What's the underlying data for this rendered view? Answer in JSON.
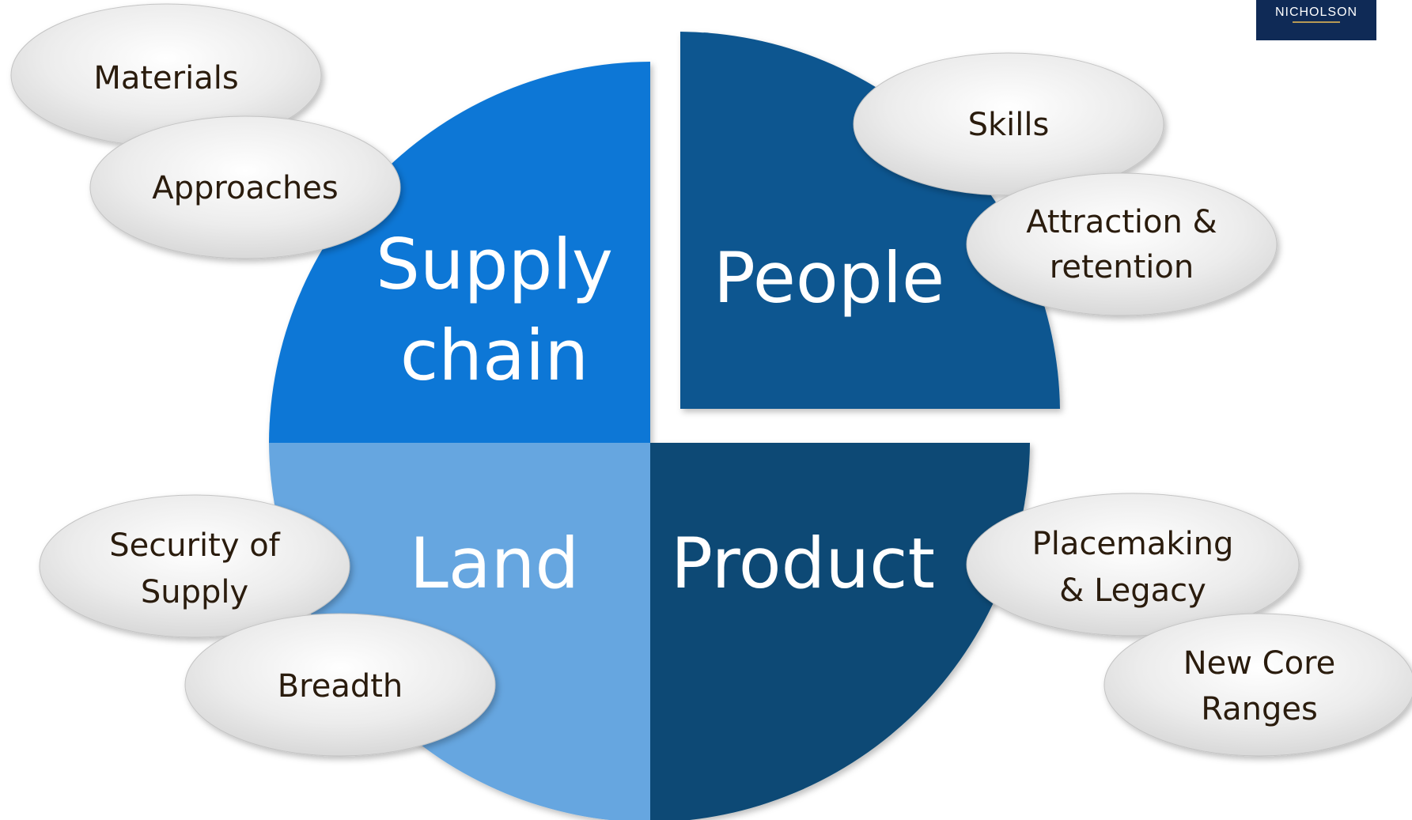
{
  "logo": {
    "text": "NICHOLSON",
    "color": "#0f2a56"
  },
  "quadrants": [
    {
      "id": "supply-chain",
      "lines": [
        "Supply",
        "chain"
      ],
      "color": "#0a77d6"
    },
    {
      "id": "people",
      "lines": [
        "People"
      ],
      "color": "#0c5690"
    },
    {
      "id": "land",
      "lines": [
        "Land"
      ],
      "color": "#66a6e0"
    },
    {
      "id": "product",
      "lines": [
        "Product"
      ],
      "color": "#0a4a74"
    }
  ],
  "bubbles": [
    {
      "id": "materials",
      "lines": [
        "Materials"
      ]
    },
    {
      "id": "approaches",
      "lines": [
        "Approaches"
      ]
    },
    {
      "id": "skills",
      "lines": [
        "Skills"
      ]
    },
    {
      "id": "attraction-retention",
      "lines": [
        "Attraction &",
        "retention"
      ]
    },
    {
      "id": "security-of-supply",
      "lines": [
        "Security of",
        "Supply"
      ]
    },
    {
      "id": "breadth",
      "lines": [
        "Breadth"
      ]
    },
    {
      "id": "placemaking-legacy",
      "lines": [
        "Placemaking",
        "& Legacy"
      ]
    },
    {
      "id": "new-core-ranges",
      "lines": [
        "New Core",
        "Ranges"
      ]
    }
  ]
}
